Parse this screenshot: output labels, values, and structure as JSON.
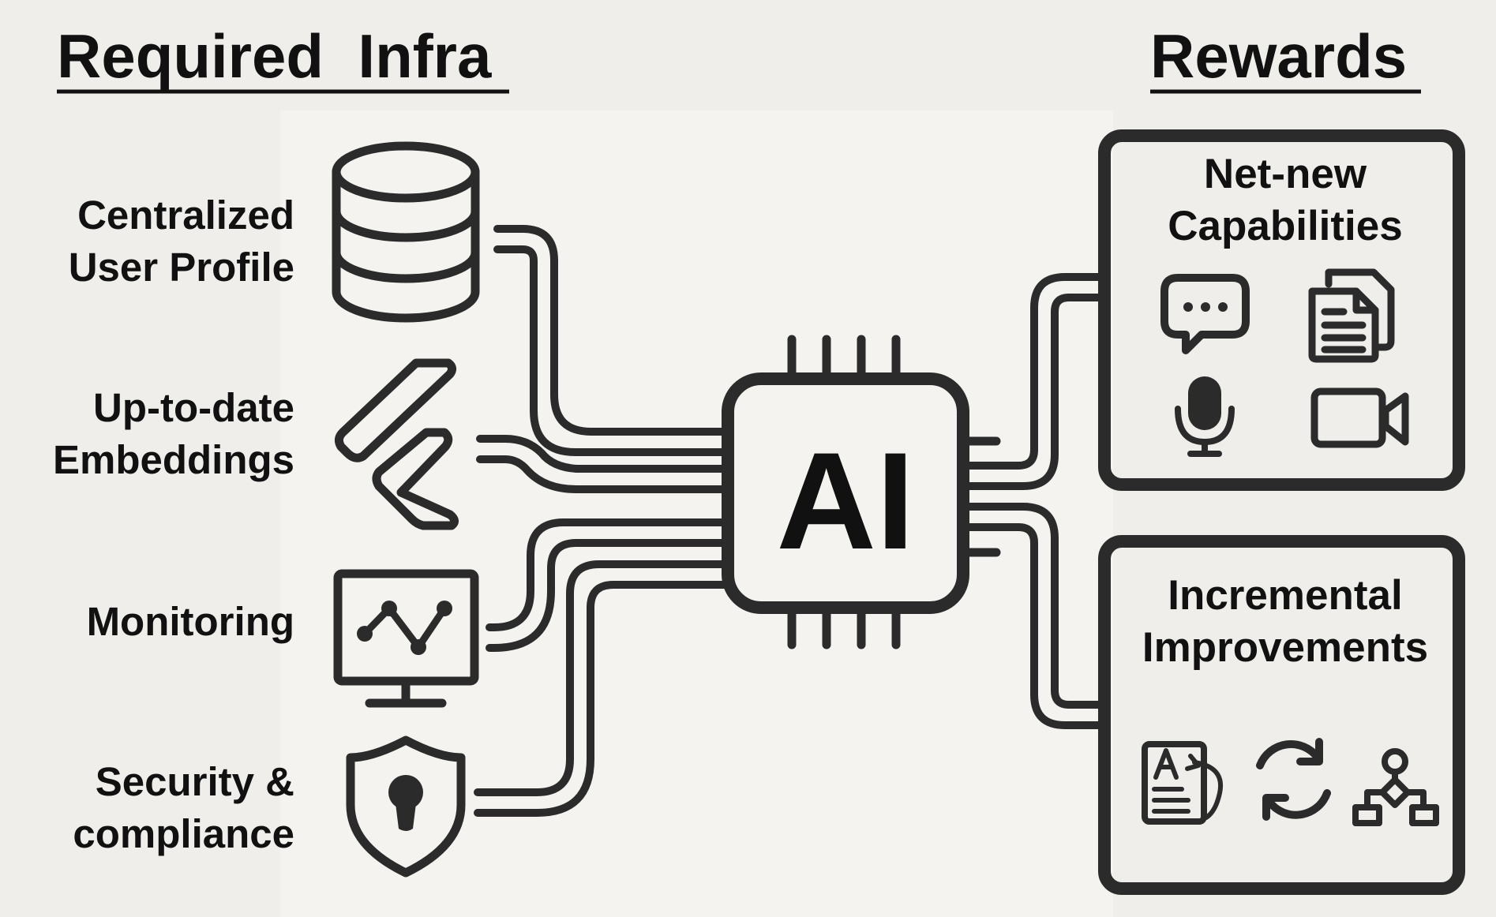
{
  "headings": {
    "left": "Required  Infra",
    "right": "Rewards"
  },
  "infra_items": [
    {
      "line1": "Centralized",
      "line2": "User Profile",
      "icon": "database-icon"
    },
    {
      "line1": "Up-to-date",
      "line2": "Embeddings",
      "icon": "embeddings-icon"
    },
    {
      "line1": "Monitoring",
      "line2": "",
      "icon": "monitor-chart-icon"
    },
    {
      "line1": "Security &",
      "line2": "compliance",
      "icon": "shield-keyhole-icon"
    }
  ],
  "chip": {
    "label": "AI",
    "icon": "ai-chip-icon"
  },
  "rewards": [
    {
      "title_line1": "Net-new",
      "title_line2": "Capabilities",
      "icons": [
        "chat-bubble-icon",
        "documents-icon",
        "microphone-icon",
        "video-camera-icon"
      ]
    },
    {
      "title_line1": "Incremental",
      "title_line2": "Improvements",
      "icons": [
        "translate-document-icon",
        "refresh-cycle-icon",
        "workflow-icon"
      ]
    }
  ],
  "colors": {
    "background": "#efeeea",
    "ink": "#2b2b2b",
    "text": "#111111"
  }
}
